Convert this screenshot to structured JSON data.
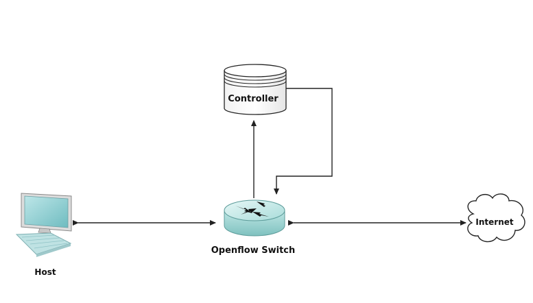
{
  "diagram": {
    "type": "network-topology",
    "nodes": {
      "controller": {
        "label": "Controller",
        "icon": "database-cylinder-icon"
      },
      "switch": {
        "label": "Openflow Switch",
        "icon": "router-switch-icon"
      },
      "host": {
        "label": "Host",
        "icon": "desktop-computer-icon"
      },
      "internet": {
        "label": "Internet",
        "icon": "cloud-icon"
      }
    },
    "edges": [
      {
        "from": "switch",
        "to": "controller",
        "direction": "one-way"
      },
      {
        "from": "controller",
        "to": "switch",
        "direction": "one-way"
      },
      {
        "from": "host",
        "to": "switch",
        "direction": "bidirectional"
      },
      {
        "from": "switch",
        "to": "internet",
        "direction": "bidirectional"
      }
    ],
    "colors": {
      "line": "#222222",
      "teal_light": "#cfeeed",
      "teal_mid": "#9fd6d4",
      "teal_dark": "#6fb3b1",
      "monitor_screen": "#8fd0d2"
    }
  }
}
